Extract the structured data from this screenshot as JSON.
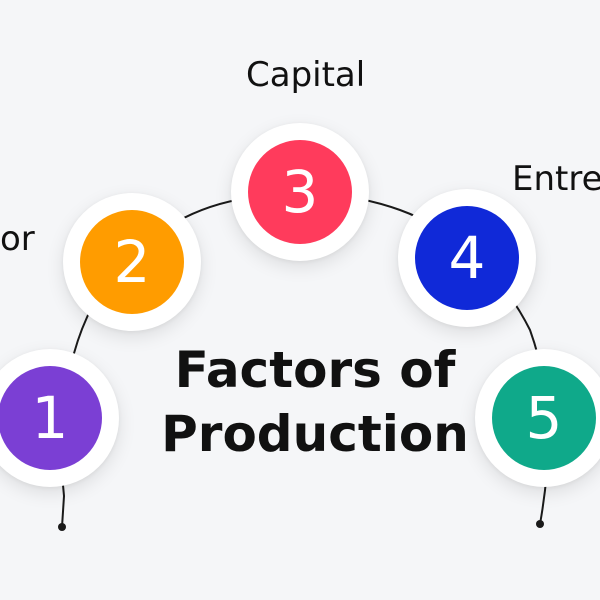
{
  "title": {
    "line1": "Factors of",
    "line2": "Production"
  },
  "factors": [
    {
      "number": "1",
      "label": "",
      "color": "#7b3fd4"
    },
    {
      "number": "2",
      "label": "or",
      "color": "#ff9c00"
    },
    {
      "number": "3",
      "label": "Capital",
      "color": "#ff3b5c"
    },
    {
      "number": "4",
      "label": "Entre",
      "color": "#1029d8"
    },
    {
      "number": "5",
      "label": "",
      "color": "#0fa98a"
    }
  ],
  "colors": {
    "background": "#f5f6f8",
    "arc": "#1a1a1a",
    "text": "#111111"
  }
}
